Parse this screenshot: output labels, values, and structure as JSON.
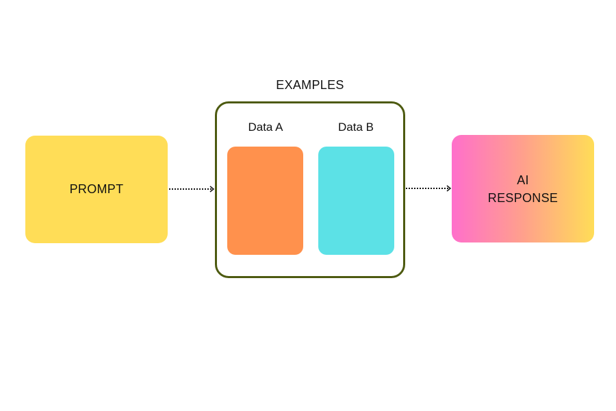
{
  "diagram": {
    "prompt_label": "PROMPT",
    "examples_title": "EXAMPLES",
    "data_a_label": "Data A",
    "data_b_label": "Data B",
    "response_label_line1": "AI",
    "response_label_line2": "RESPONSE"
  },
  "colors": {
    "prompt_fill": "#FFDD57",
    "data_a_fill": "#FF914D",
    "data_b_fill": "#5CE1E6",
    "examples_border": "#4D5A10",
    "response_gradient": [
      "#FF6FCB",
      "#FFA08C",
      "#FFDD57"
    ],
    "arrow": "#111111"
  }
}
